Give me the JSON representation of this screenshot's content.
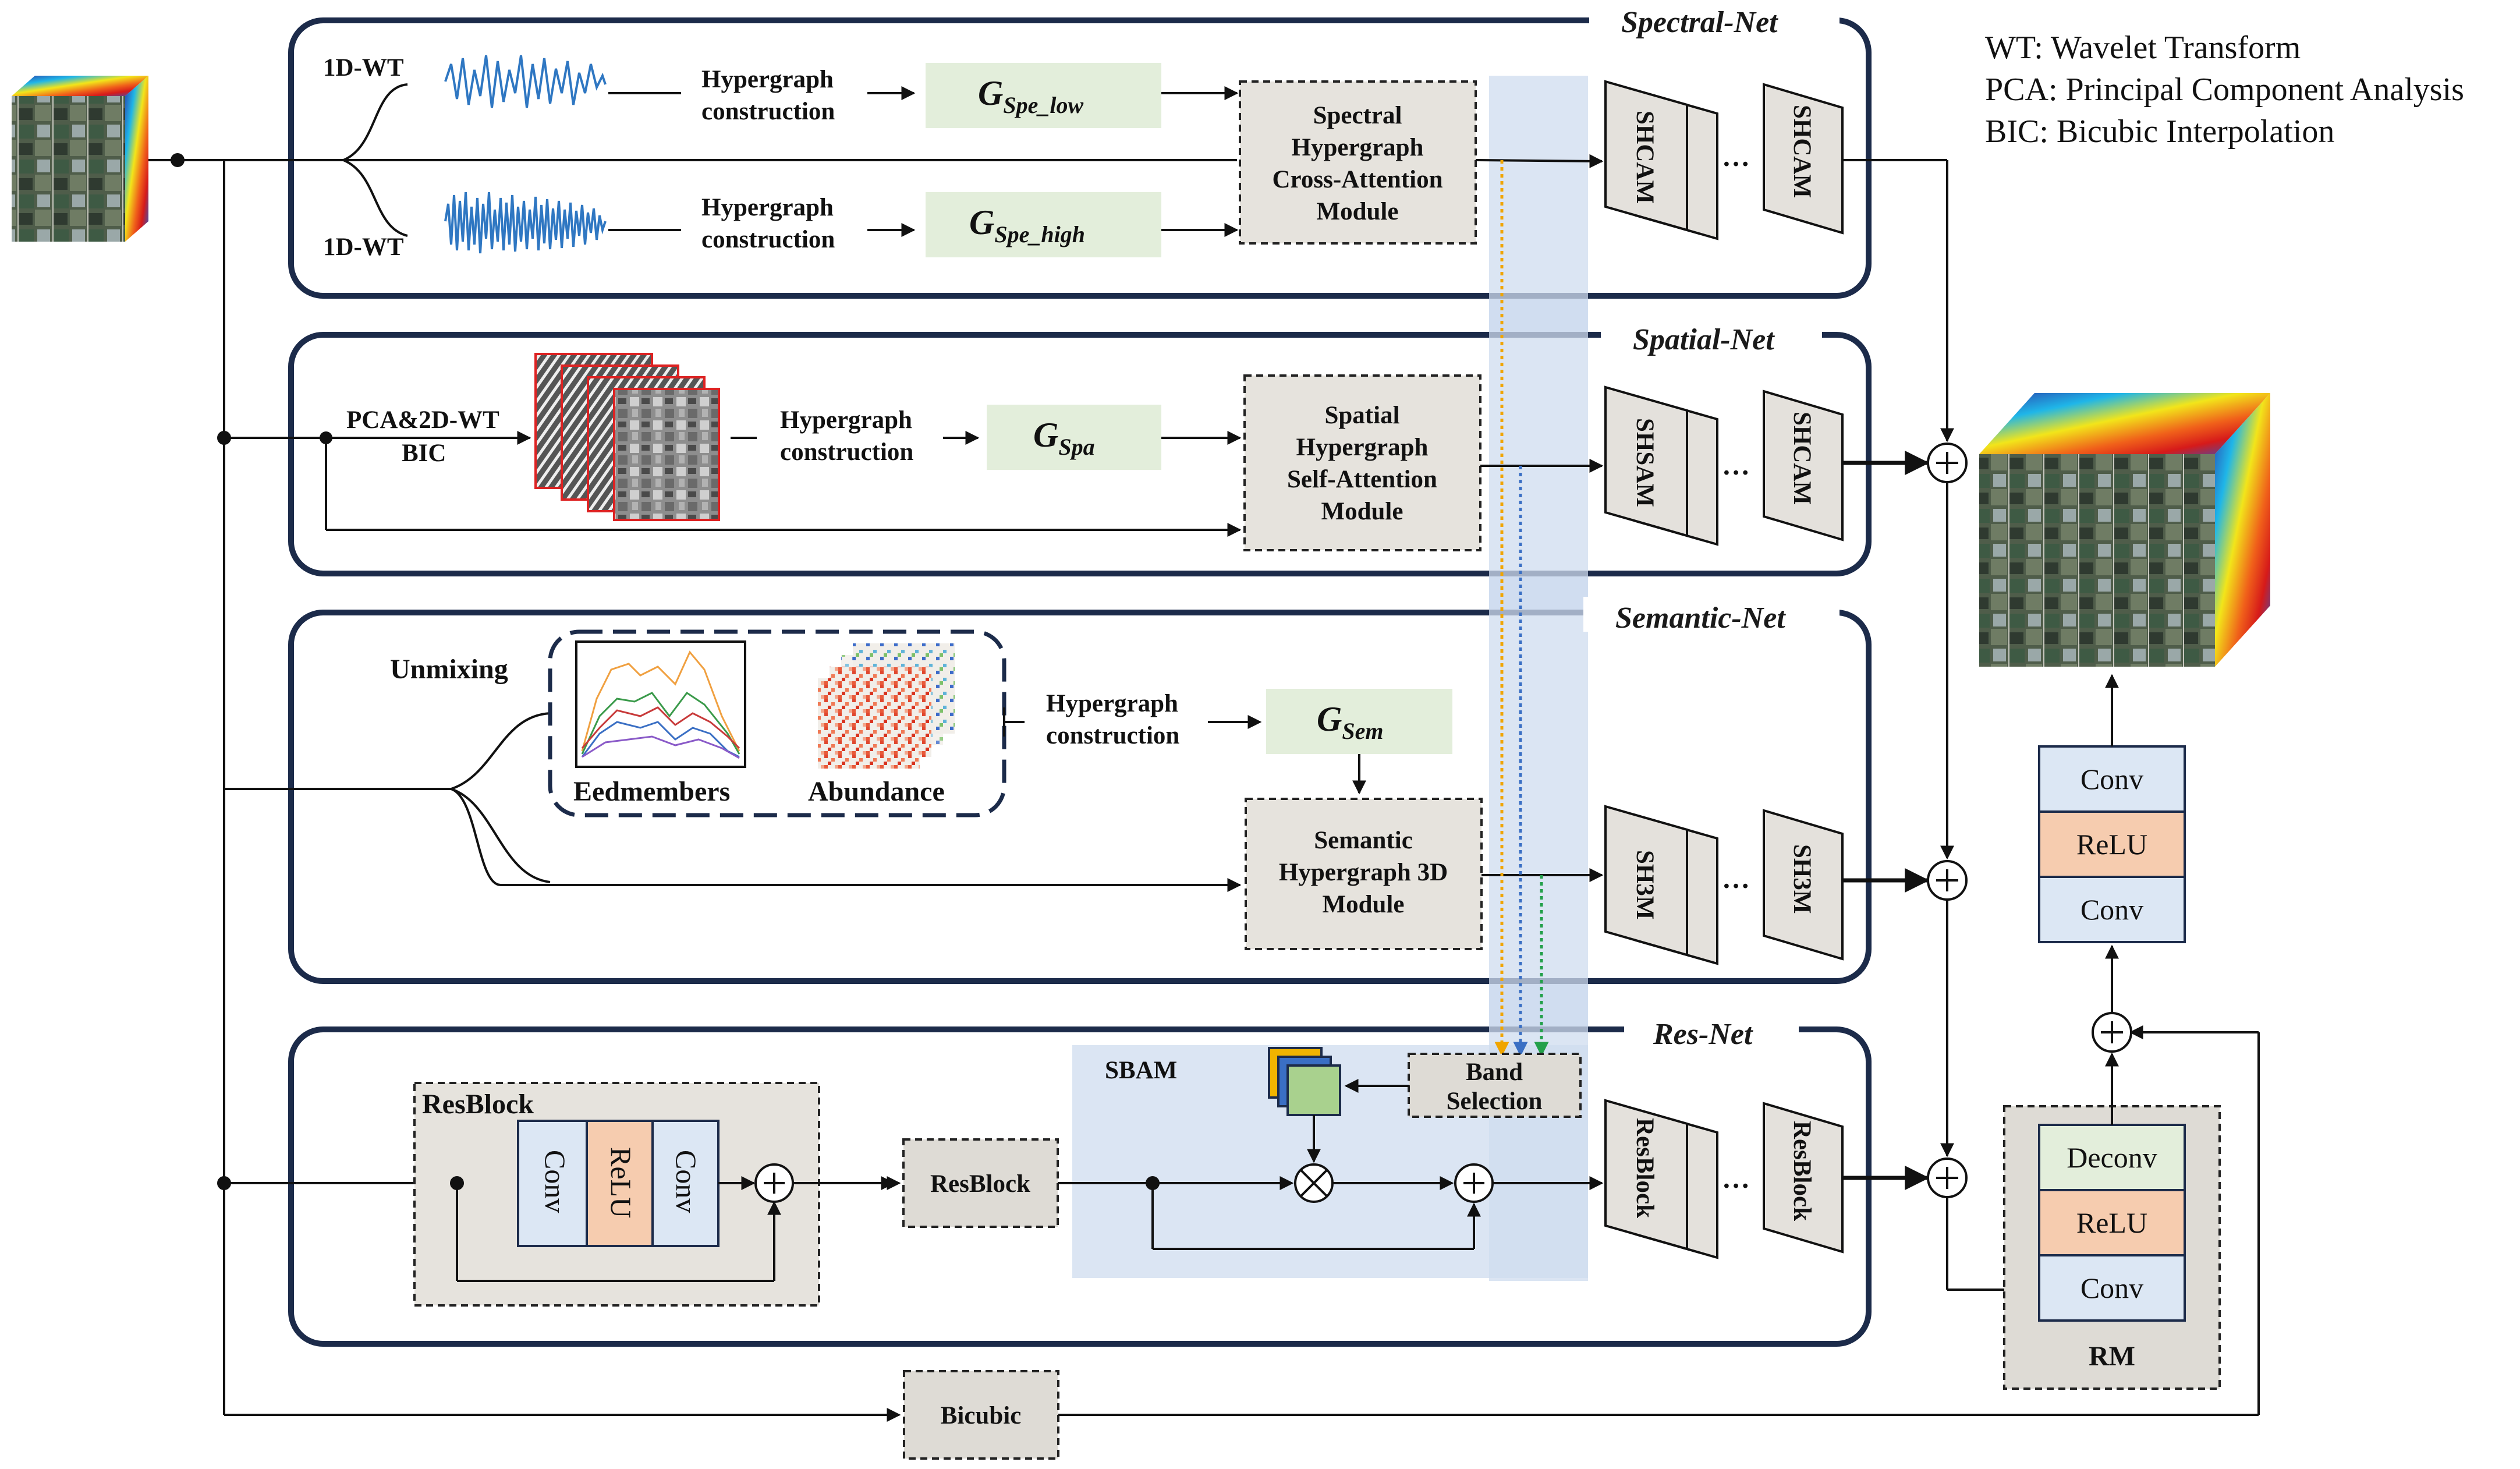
{
  "legend": [
    "WT: Wavelet Transform",
    "PCA: Principal Component Analysis",
    "BIC: Bicubic Interpolation"
  ],
  "spectral_net": {
    "title": "Spectral-Net",
    "wt_top": "1D-WT",
    "wt_bottom": "1D-WT",
    "hg_top": [
      "Hypergraph",
      "construction"
    ],
    "hg_bottom": [
      "Hypergraph",
      "construction"
    ],
    "g_low": {
      "symbol": "G",
      "sub": "Spe_low"
    },
    "g_high": {
      "symbol": "G",
      "sub": "Spe_high"
    },
    "module": [
      "Spectral",
      "Hypergraph",
      "Cross-Attention",
      "Module"
    ],
    "block": "SHCAM",
    "ellipsis": "…"
  },
  "spatial_net": {
    "title": "Spatial-Net",
    "pca": [
      "PCA&2D-WT",
      "BIC"
    ],
    "hg": [
      "Hypergraph",
      "construction"
    ],
    "g": {
      "symbol": "G",
      "sub": "Spa"
    },
    "module": [
      "Spatial",
      "Hypergraph",
      "Self-Attention",
      "Module"
    ],
    "block_first": "SHSAM",
    "block_last": "SHCAM",
    "ellipsis": "…"
  },
  "semantic_net": {
    "title": "Semantic-Net",
    "unmixing": "Unmixing",
    "endmembers": "Eedmembers",
    "abundance": "Abundance",
    "hg": [
      "Hypergraph",
      "construction"
    ],
    "g": {
      "symbol": "G",
      "sub": "Sem"
    },
    "module": [
      "Semantic",
      "Hypergraph 3D",
      "Module"
    ],
    "block": "SH3M",
    "ellipsis": "…"
  },
  "res_net": {
    "title": "Res-Net",
    "resblock_title": "ResBlock",
    "conv1": "Conv",
    "relu": "ReLU",
    "conv2": "Conv",
    "resblock2": "ResBlock",
    "sbam": "SBAM",
    "band_selection": [
      "Band",
      "Selection"
    ],
    "block": "ResBlock",
    "ellipsis": "…"
  },
  "bicubic": "Bicubic",
  "rm": {
    "title": "RM",
    "layers": [
      "Deconv",
      "ReLU",
      "Conv"
    ]
  },
  "head": {
    "layers": [
      "Conv",
      "ReLU",
      "Conv"
    ]
  },
  "colors": {
    "net_border": "#1c2b4a",
    "g_fill": "#e3eedb",
    "sbam_band": "#cfdcef",
    "relu_fill": "#f6ccaf",
    "conv_fill": "#dce7f4",
    "arrow_orange": "#f0a500",
    "arrow_blue": "#3a6fc4",
    "arrow_green": "#23a04a"
  }
}
